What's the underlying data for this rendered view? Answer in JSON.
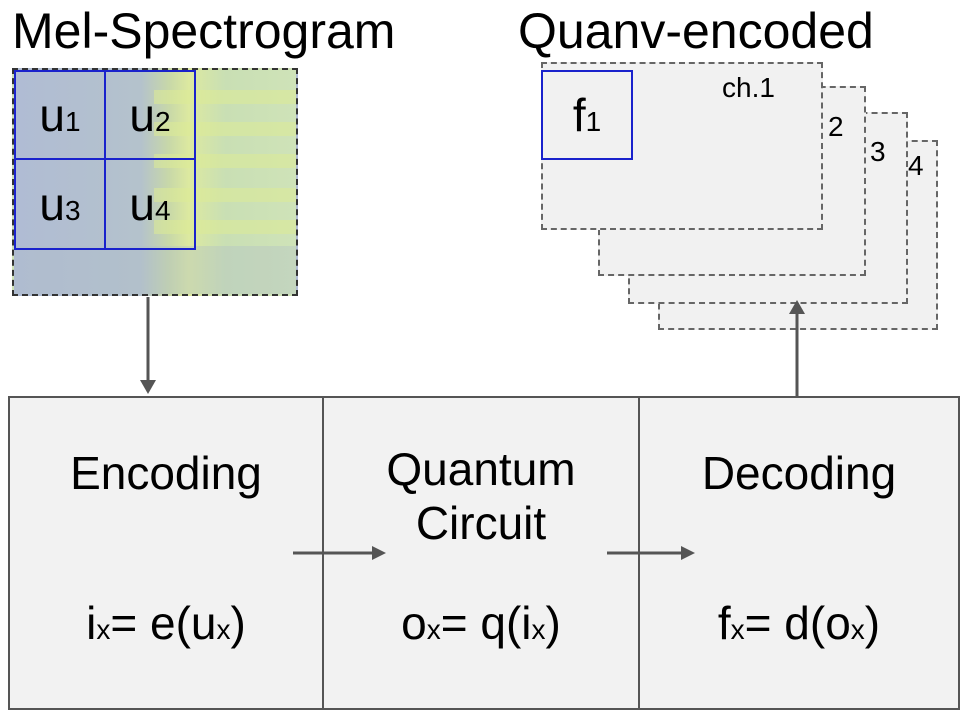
{
  "titles": {
    "left": "Mel-Spectrogram",
    "right": "Quanv-encoded"
  },
  "input_cells": [
    {
      "base": "u",
      "sub": "1"
    },
    {
      "base": "u",
      "sub": "2"
    },
    {
      "base": "u",
      "sub": "3"
    },
    {
      "base": "u",
      "sub": "4"
    }
  ],
  "output_cell": {
    "base": "f",
    "sub": "1"
  },
  "channel_labels": [
    "ch.1",
    "2",
    "3",
    "4"
  ],
  "stages": [
    {
      "title_lines": [
        "Encoding"
      ],
      "formula": {
        "out": "i",
        "out_sub": "x",
        "eq": "= e(",
        "in": "u",
        "in_sub": "x",
        "close": ")"
      }
    },
    {
      "title_lines": [
        "Quantum",
        "Circuit"
      ],
      "formula": {
        "out": "o",
        "out_sub": "x",
        "eq": "= q(",
        "in": "i",
        "in_sub": "x",
        "close": ")"
      }
    },
    {
      "title_lines": [
        "Decoding"
      ],
      "formula": {
        "out": "f",
        "out_sub": "x",
        "eq": "= d(",
        "in": "o",
        "in_sub": "x",
        "close": ")"
      }
    }
  ],
  "colors": {
    "window_border": "#1a22cc",
    "box_fill": "#f2f2f2",
    "arrow": "#555555"
  }
}
